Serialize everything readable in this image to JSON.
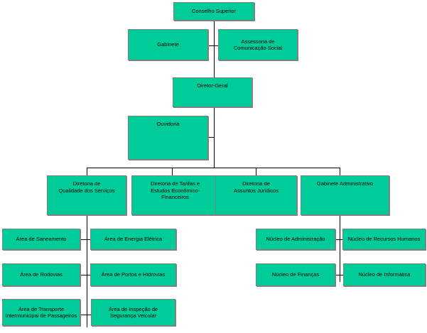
{
  "org_chart": {
    "type": "org-chart",
    "nodes": {
      "conselho_superior": "Conselho Superior",
      "gabinete": "Gabinete",
      "assessoria_comunicacao": "Assessoria de\nComunicação Social",
      "diretor_geral": "Diretor-Geral",
      "ouvidoria": "Ouvidoria",
      "diretoria_qualidade": "Diretoria de\nQualidade dos Serviços",
      "diretoria_tarifas": "Diretoria de Tarifas e\nEstudos Econômico-\nFinanceiros",
      "diretoria_juridicos": "Diretoria de\nAssuntos Jurídicos",
      "gabinete_administrativo": "Gabinete Administrativo",
      "area_saneamento": "Área de Saneamento",
      "area_energia": "Área de Energia Elétrica",
      "area_rodovias": "Área de Rodovias",
      "area_portos": "Área de Portos e Hidrovias",
      "area_transporte": "Área de Transporte\nIntermunicipal de Passageiros",
      "area_inspecao": "Área de Inspeção de\nSegurança Veicular",
      "nucleo_administracao": "Núcleo de Administração",
      "nucleo_rh": "Núcleo de Recursos Humanos",
      "nucleo_financas": "Núcleo de Finanças",
      "nucleo_informatica": "Núcleo de Informática"
    },
    "colors": {
      "box_fill": "#00CC99",
      "box_border": "#808080",
      "connector": "#000000"
    }
  }
}
